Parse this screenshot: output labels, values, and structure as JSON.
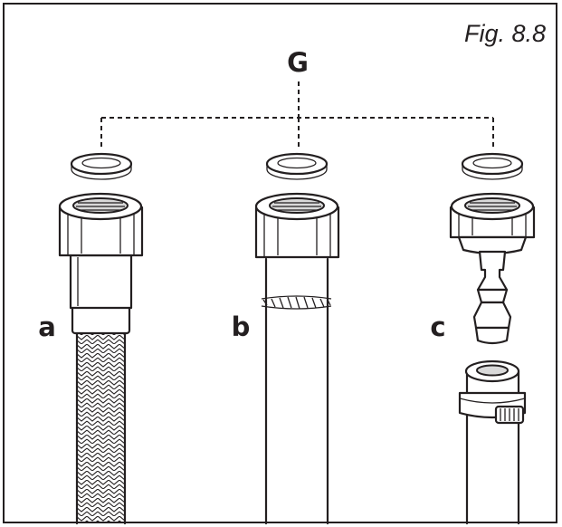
{
  "figure": {
    "caption": "Fig. 8.8",
    "group_label": "G",
    "hoses": [
      {
        "id": "a",
        "label": "a"
      },
      {
        "id": "b",
        "label": "b"
      },
      {
        "id": "c",
        "label": "c"
      }
    ],
    "colors": {
      "line": "#231f20",
      "background": "#ffffff"
    }
  }
}
